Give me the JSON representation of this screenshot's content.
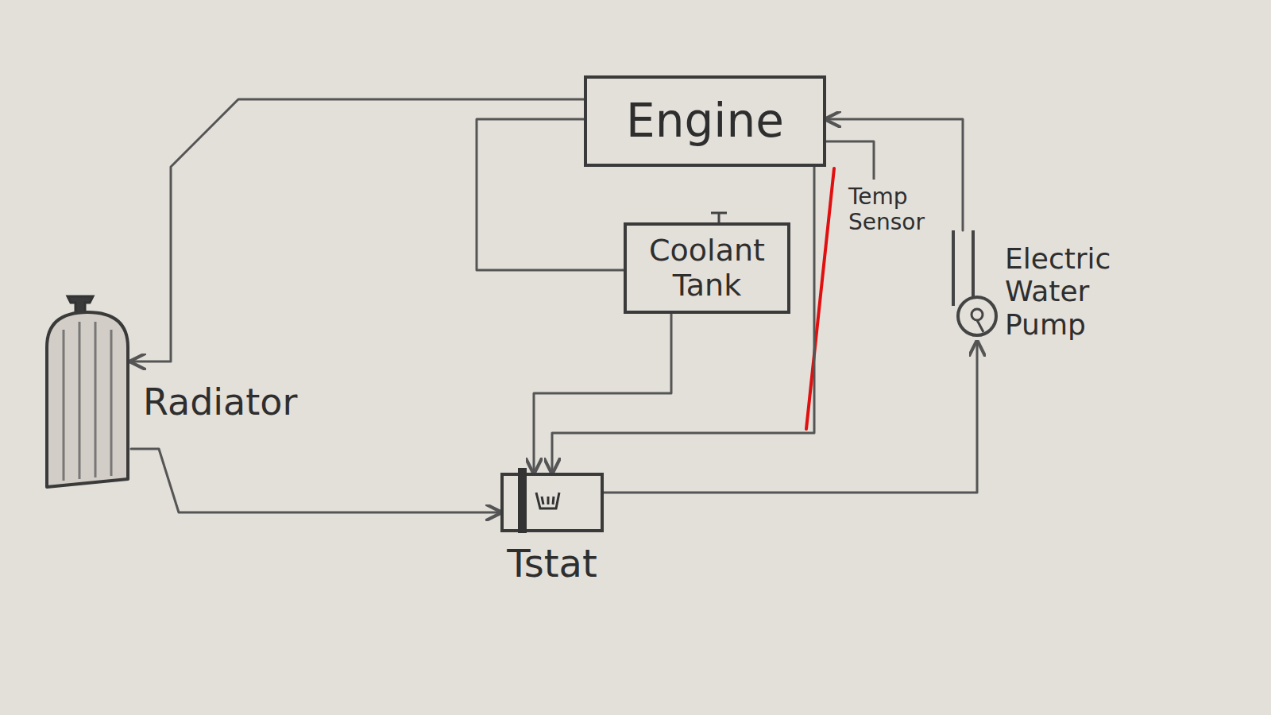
{
  "diagram": {
    "nodes": [
      {
        "text": [
          "Engine"
        ]
      },
      {
        "text": [
          "Coolant Tank"
        ]
      },
      {
        "text": [
          "Electric Water Pump"
        ]
      },
      {
        "text": [
          "Radiator"
        ]
      },
      {
        "text": [
          "Tstat"
        ]
      }
    ],
    "edges": [
      {
        "from": 0,
        "to": 3,
        "arrow": "to"
      },
      {
        "from": 0,
        "to": 1,
        "arrow": "none"
      },
      {
        "from": 1,
        "to": 4,
        "arrow": "to"
      },
      {
        "from": 0,
        "to": 4,
        "arrow": "to"
      },
      {
        "from": 3,
        "to": 4,
        "arrow": "to"
      },
      {
        "from": 4,
        "to": 2,
        "arrow": "to"
      },
      {
        "from": 2,
        "to": 0,
        "arrow": "to"
      }
    ],
    "labels": [
      "Temp Sensor"
    ]
  }
}
